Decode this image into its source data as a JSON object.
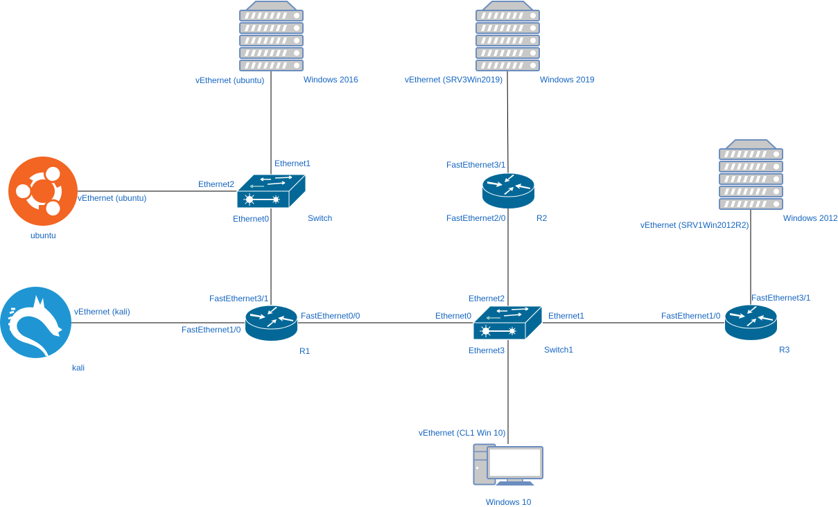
{
  "diagram": {
    "type": "network-topology",
    "colors": {
      "label": "#1565c0",
      "cisco_device": "#036897",
      "server_fill": "#c8c8c8",
      "server_stroke": "#6c8ebf",
      "ubuntu": "#f26522",
      "kali": "#1f96d3",
      "link": "#000000"
    },
    "nodes": {
      "win2016": {
        "name": "Windows 2016",
        "kind": "server",
        "icon": "server-icon"
      },
      "win2019": {
        "name": "Windows 2019",
        "kind": "server",
        "icon": "server-icon"
      },
      "win2012": {
        "name": "Windows 2012",
        "kind": "server",
        "icon": "server-icon"
      },
      "ubuntu": {
        "name": "ubuntu",
        "kind": "linux-host",
        "icon": "ubuntu-logo-icon"
      },
      "kali": {
        "name": "kali",
        "kind": "linux-host",
        "icon": "kali-dragon-icon"
      },
      "switch": {
        "name": "Switch",
        "kind": "switch",
        "icon": "switch-icon"
      },
      "switch1": {
        "name": "Switch1",
        "kind": "switch",
        "icon": "switch-icon"
      },
      "r1": {
        "name": "R1",
        "kind": "router",
        "icon": "router-icon"
      },
      "r2": {
        "name": "R2",
        "kind": "router",
        "icon": "router-icon"
      },
      "r3": {
        "name": "R3",
        "kind": "router",
        "icon": "router-icon"
      },
      "win10": {
        "name": "Windows 10",
        "kind": "workstation",
        "icon": "desktop-pc-icon"
      }
    },
    "links": [
      {
        "from": "win2016",
        "from_port": "vEthernet (ubuntu)",
        "to": "switch",
        "to_port": "Ethernet1"
      },
      {
        "from": "ubuntu",
        "from_port": "vEthernet (ubuntu)",
        "to": "switch",
        "to_port": "Ethernet2"
      },
      {
        "from": "switch",
        "from_port": "Ethernet0",
        "to": "r1",
        "to_port": "FastEthernet3/1"
      },
      {
        "from": "kali",
        "from_port": "vEthernet (kali)",
        "to": "r1",
        "to_port": "FastEthernet1/0"
      },
      {
        "from": "r1",
        "from_port": "FastEthernet0/0",
        "to": "switch1",
        "to_port": "Ethernet0"
      },
      {
        "from": "win2019",
        "from_port": "vEthernet (SRV3Win2019)",
        "to": "r2",
        "to_port": "FastEthernet3/1"
      },
      {
        "from": "r2",
        "from_port": "FastEthernet2/0",
        "to": "switch1",
        "to_port": "Ethernet2"
      },
      {
        "from": "switch1",
        "from_port": "Ethernet1",
        "to": "r3",
        "to_port": "FastEthernet1/0"
      },
      {
        "from": "win2012",
        "from_port": "vEthernet (SRV1Win2012R2)",
        "to": "r3",
        "to_port": "FastEthernet3/1"
      },
      {
        "from": "switch1",
        "from_port": "Ethernet3",
        "to": "win10",
        "to_port": "vEthernet (CL1 Win 10)"
      }
    ]
  }
}
